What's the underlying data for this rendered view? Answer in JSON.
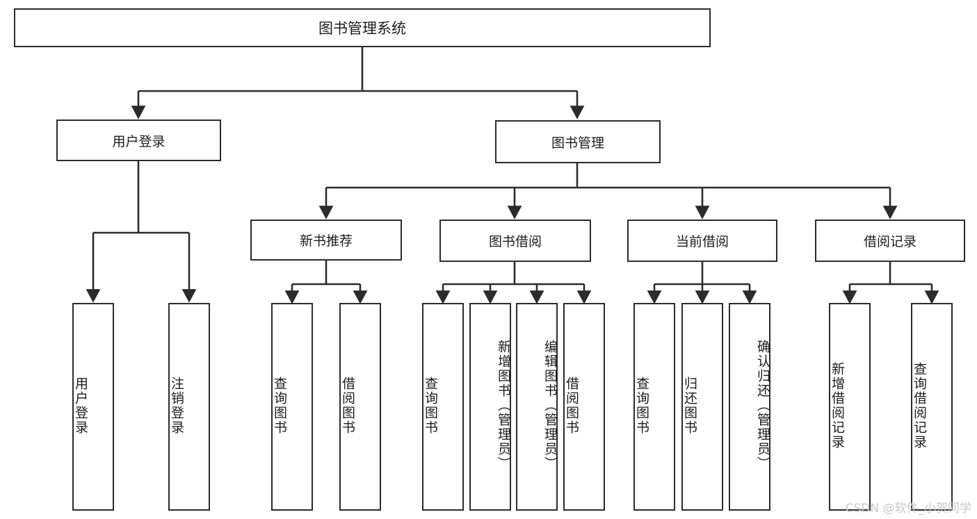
{
  "diagram": {
    "title": "图书管理系统",
    "type": "tree-hierarchy-diagram",
    "colors": {
      "stroke": "#2b2b2b",
      "fill": "#ffffff",
      "text": "#1c1c1c",
      "watermark": "#c9c9c9"
    },
    "nodes": {
      "root": {
        "label": "图书管理系统"
      },
      "level2": [
        {
          "label": "用户登录"
        },
        {
          "label": "图书管理"
        }
      ],
      "level3": [
        {
          "label": "新书推荐"
        },
        {
          "label": "图书借阅"
        },
        {
          "label": "当前借阅"
        },
        {
          "label": "借阅记录"
        }
      ],
      "leaves": {
        "user_login": [
          {
            "label": "用户登录"
          },
          {
            "label": "注销登录"
          }
        ],
        "new_book_recommend": [
          {
            "label": "查询图书"
          },
          {
            "label": "借阅图书"
          }
        ],
        "book_borrow": [
          {
            "label": "查询图书"
          },
          {
            "label": "新增图书（管理员）"
          },
          {
            "label": "编辑图书（管理员）"
          },
          {
            "label": "借阅图书"
          }
        ],
        "current_borrow": [
          {
            "label": "查询图书"
          },
          {
            "label": "归还图书"
          },
          {
            "label": "确认归还（管理员）"
          }
        ],
        "borrow_record": [
          {
            "label": "新增借阅记录"
          },
          {
            "label": "查询借阅记录"
          }
        ]
      }
    },
    "watermark": "CSDN @软件_小贺同学"
  }
}
